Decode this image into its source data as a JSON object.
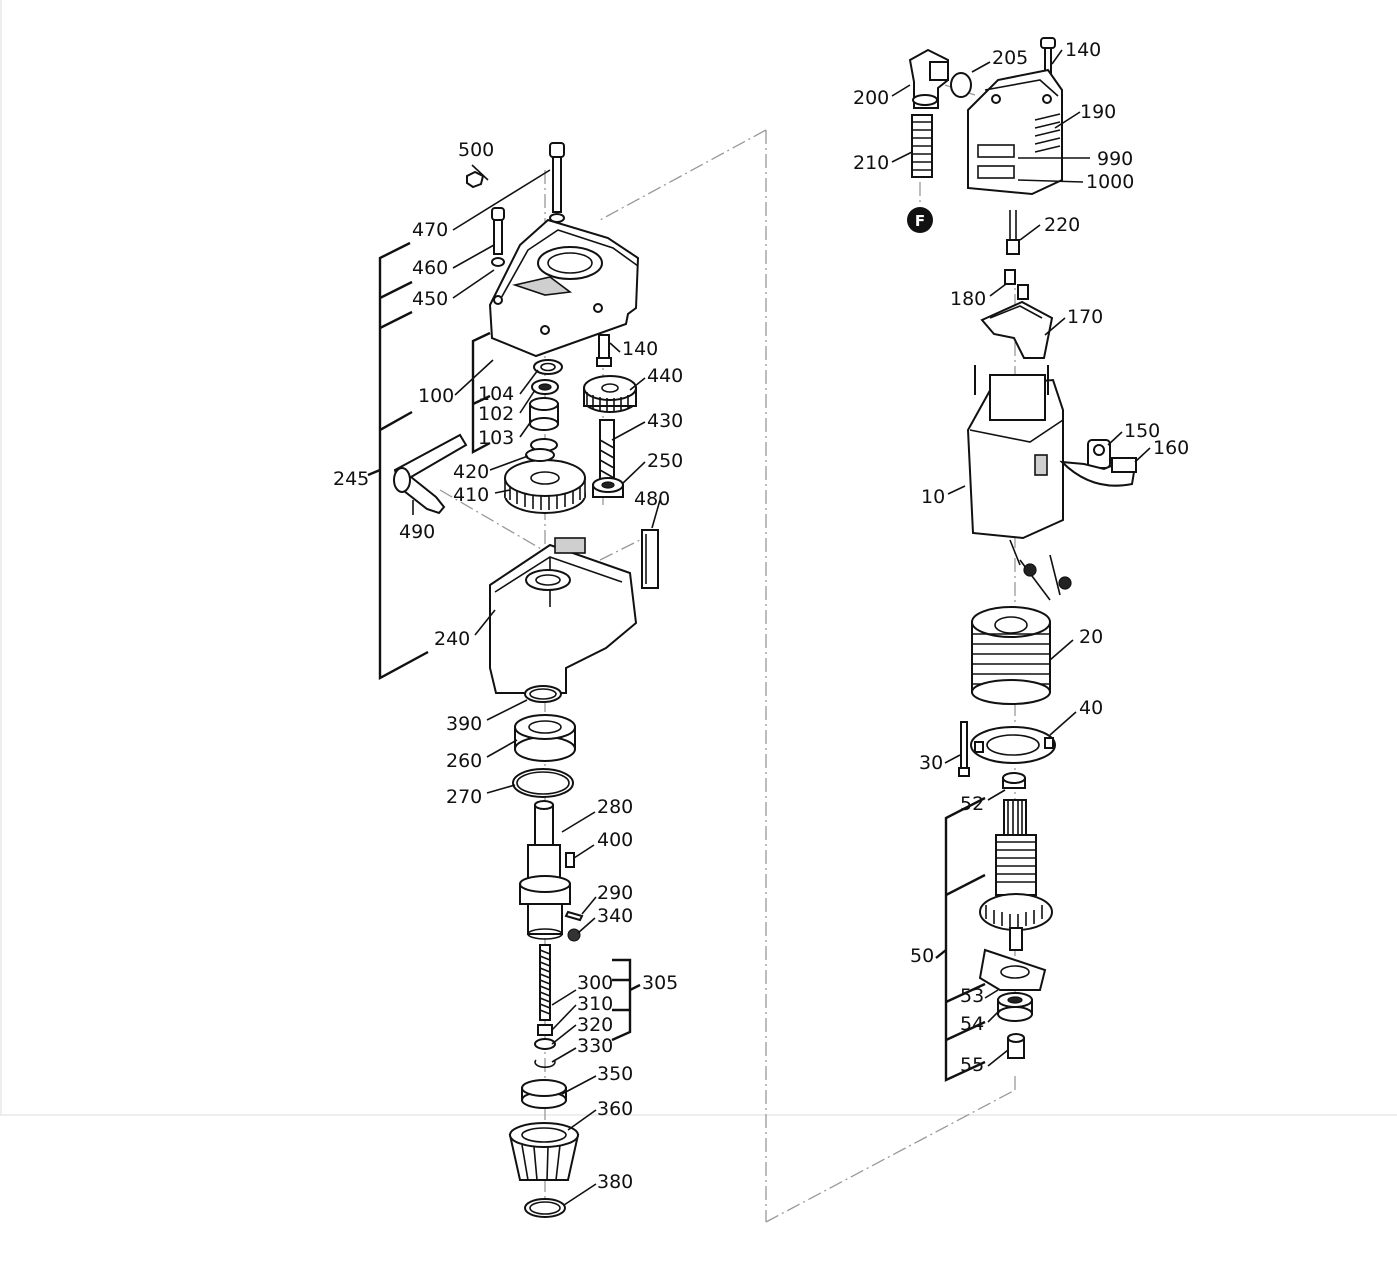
{
  "diagram": {
    "kind": "exploded parts view",
    "marker": "F",
    "labels": {
      "l500": "500",
      "l470": "470",
      "l460": "460",
      "l450": "450",
      "l100": "100",
      "l104": "104",
      "l102": "102",
      "l103": "103",
      "l140a": "140",
      "l440": "440",
      "l430": "430",
      "l420": "420",
      "l410": "410",
      "l250": "250",
      "l245": "245",
      "l490": "490",
      "l480": "480",
      "l240": "240",
      "l390": "390",
      "l260": "260",
      "l270": "270",
      "l280": "280",
      "l400": "400",
      "l290": "290",
      "l340": "340",
      "l300": "300",
      "l310": "310",
      "l320": "320",
      "l305": "305",
      "l330": "330",
      "l350": "350",
      "l360": "360",
      "l380": "380",
      "l200": "200",
      "l205": "205",
      "l140b": "140",
      "l190": "190",
      "l210": "210",
      "l990": "990",
      "l1000": "1000",
      "l220": "220",
      "l180": "180",
      "l170": "170",
      "l150": "150",
      "l160": "160",
      "l10": "10",
      "l20": "20",
      "l40": "40",
      "l30": "30",
      "l52": "52",
      "l50": "50",
      "l53": "53",
      "l54": "54",
      "l55": "55"
    }
  }
}
